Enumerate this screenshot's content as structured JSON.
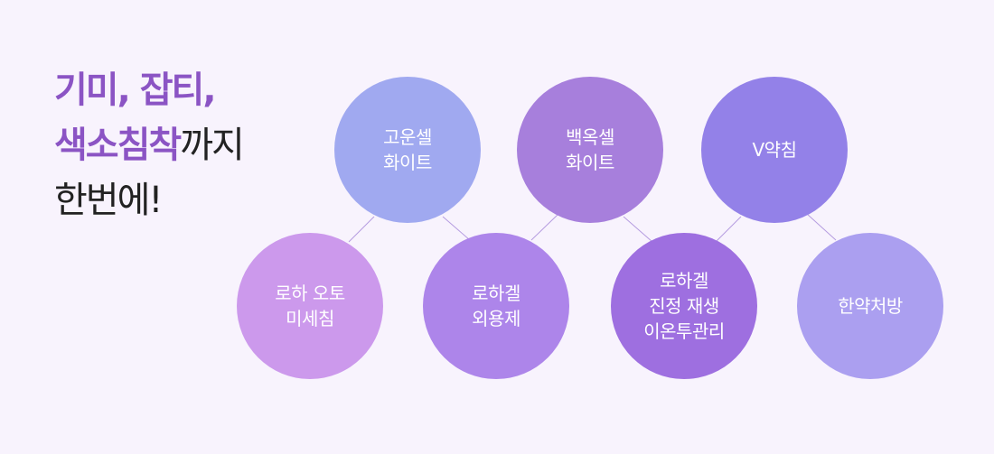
{
  "headline": {
    "line1": "기미, 잡티,",
    "line2_accent": "색소침착",
    "line2_rest": "까지",
    "line3": "한번에!"
  },
  "nodes": [
    {
      "lines": [
        "고운셀",
        "화이트"
      ],
      "color": "#a0a9f0"
    },
    {
      "lines": [
        "백옥셀",
        "화이트"
      ],
      "color": "#a77fdc"
    },
    {
      "lines": [
        "V약침"
      ],
      "color": "#9381e8"
    },
    {
      "lines": [
        "로하 오토",
        "미세침"
      ],
      "color": "#cc99ec"
    },
    {
      "lines": [
        "로하겔",
        "외용제"
      ],
      "color": "#ad85ea"
    },
    {
      "lines": [
        "로하겔",
        "진정 재생",
        "이온투관리"
      ],
      "color": "#9e6fe0"
    },
    {
      "lines": [
        "한약처방"
      ],
      "color": "#ab9ff0"
    }
  ],
  "colors": {
    "background": "#f8f3fd",
    "accent": "#8b54c4",
    "connector": "#b59ce0"
  }
}
